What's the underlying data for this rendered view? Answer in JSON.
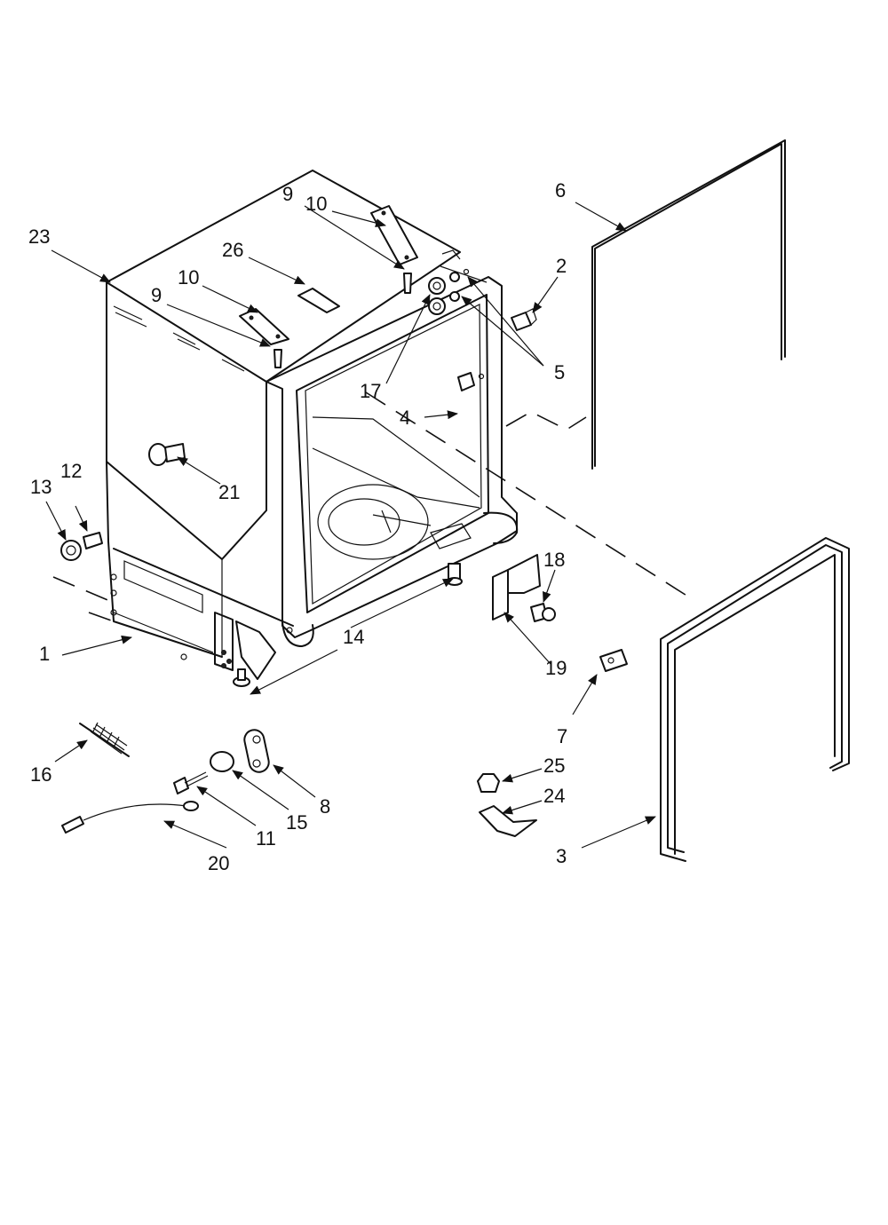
{
  "diagram": {
    "callouts": [
      "1",
      "2",
      "3",
      "4",
      "5",
      "6",
      "7",
      "8",
      "9",
      "9",
      "10",
      "10",
      "11",
      "12",
      "13",
      "14",
      "15",
      "16",
      "17",
      "18",
      "19",
      "20",
      "21",
      "23",
      "24",
      "25",
      "26"
    ]
  },
  "colors": {
    "ink": "#111111",
    "paper": "#ffffff"
  }
}
